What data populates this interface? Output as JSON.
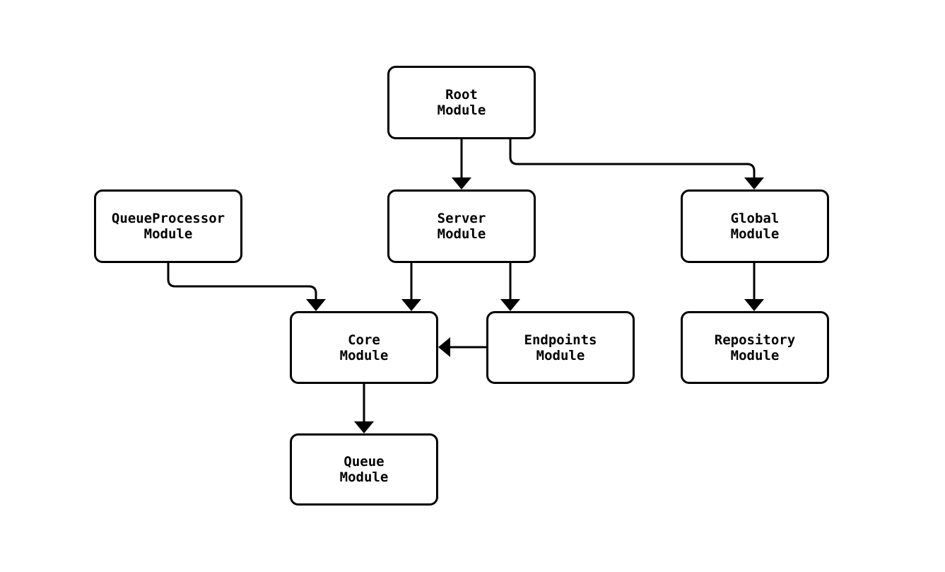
{
  "diagram": {
    "type": "module-dependency-flowchart",
    "background_color": "#ffffff",
    "node_fill_color": "#ffffff",
    "node_border_color": "#000000",
    "edge_color": "#000000",
    "text_color": "#000000",
    "nodes": [
      {
        "id": "root",
        "line1": "Root",
        "line2": "Module"
      },
      {
        "id": "server",
        "line1": "Server",
        "line2": "Module"
      },
      {
        "id": "queueprocessor",
        "line1": "QueueProcessor",
        "line2": "Module"
      },
      {
        "id": "global",
        "line1": "Global",
        "line2": "Module"
      },
      {
        "id": "core",
        "line1": "Core",
        "line2": "Module"
      },
      {
        "id": "endpoints",
        "line1": "Endpoints",
        "line2": "Module"
      },
      {
        "id": "repository",
        "line1": "Repository",
        "line2": "Module"
      },
      {
        "id": "queue",
        "line1": "Queue",
        "line2": "Module"
      }
    ],
    "edges": [
      {
        "from": "root",
        "to": "server"
      },
      {
        "from": "root",
        "to": "global"
      },
      {
        "from": "queueprocessor",
        "to": "core"
      },
      {
        "from": "server",
        "to": "core"
      },
      {
        "from": "server",
        "to": "endpoints"
      },
      {
        "from": "endpoints",
        "to": "core"
      },
      {
        "from": "global",
        "to": "repository"
      },
      {
        "from": "core",
        "to": "queue"
      }
    ]
  }
}
